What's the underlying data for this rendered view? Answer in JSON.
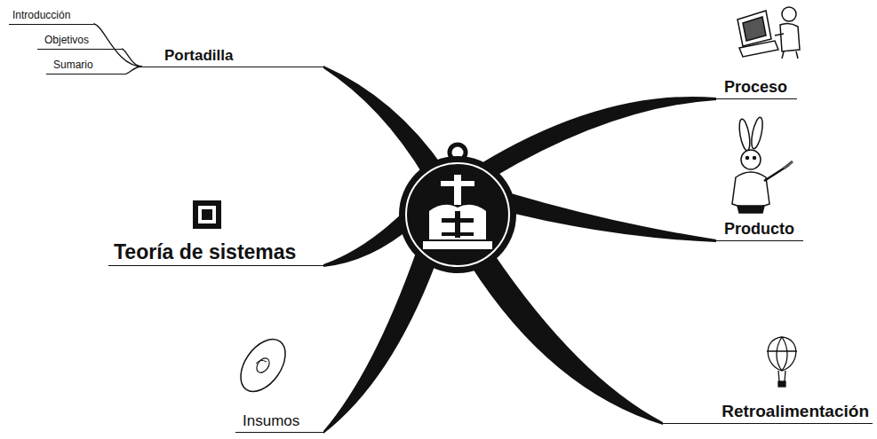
{
  "diagram": {
    "nodes": [
      {
        "text": [
          "Portadilla"
        ]
      },
      {
        "text": [
          "Introducción"
        ]
      },
      {
        "text": [
          "Objetivos"
        ]
      },
      {
        "text": [
          "Sumario"
        ]
      },
      {
        "text": [
          "Proceso"
        ]
      },
      {
        "text": [
          "Producto"
        ]
      },
      {
        "text": [
          "Teoría de sistemas"
        ]
      },
      {
        "text": [
          "Insumos"
        ]
      },
      {
        "text": [
          "Retroalimentación"
        ]
      }
    ],
    "edges": [
      {
        "from": 0,
        "to": 1,
        "arrow": "none"
      },
      {
        "from": 0,
        "to": 2,
        "arrow": "none"
      },
      {
        "from": 0,
        "to": 3,
        "arrow": "none"
      }
    ]
  }
}
